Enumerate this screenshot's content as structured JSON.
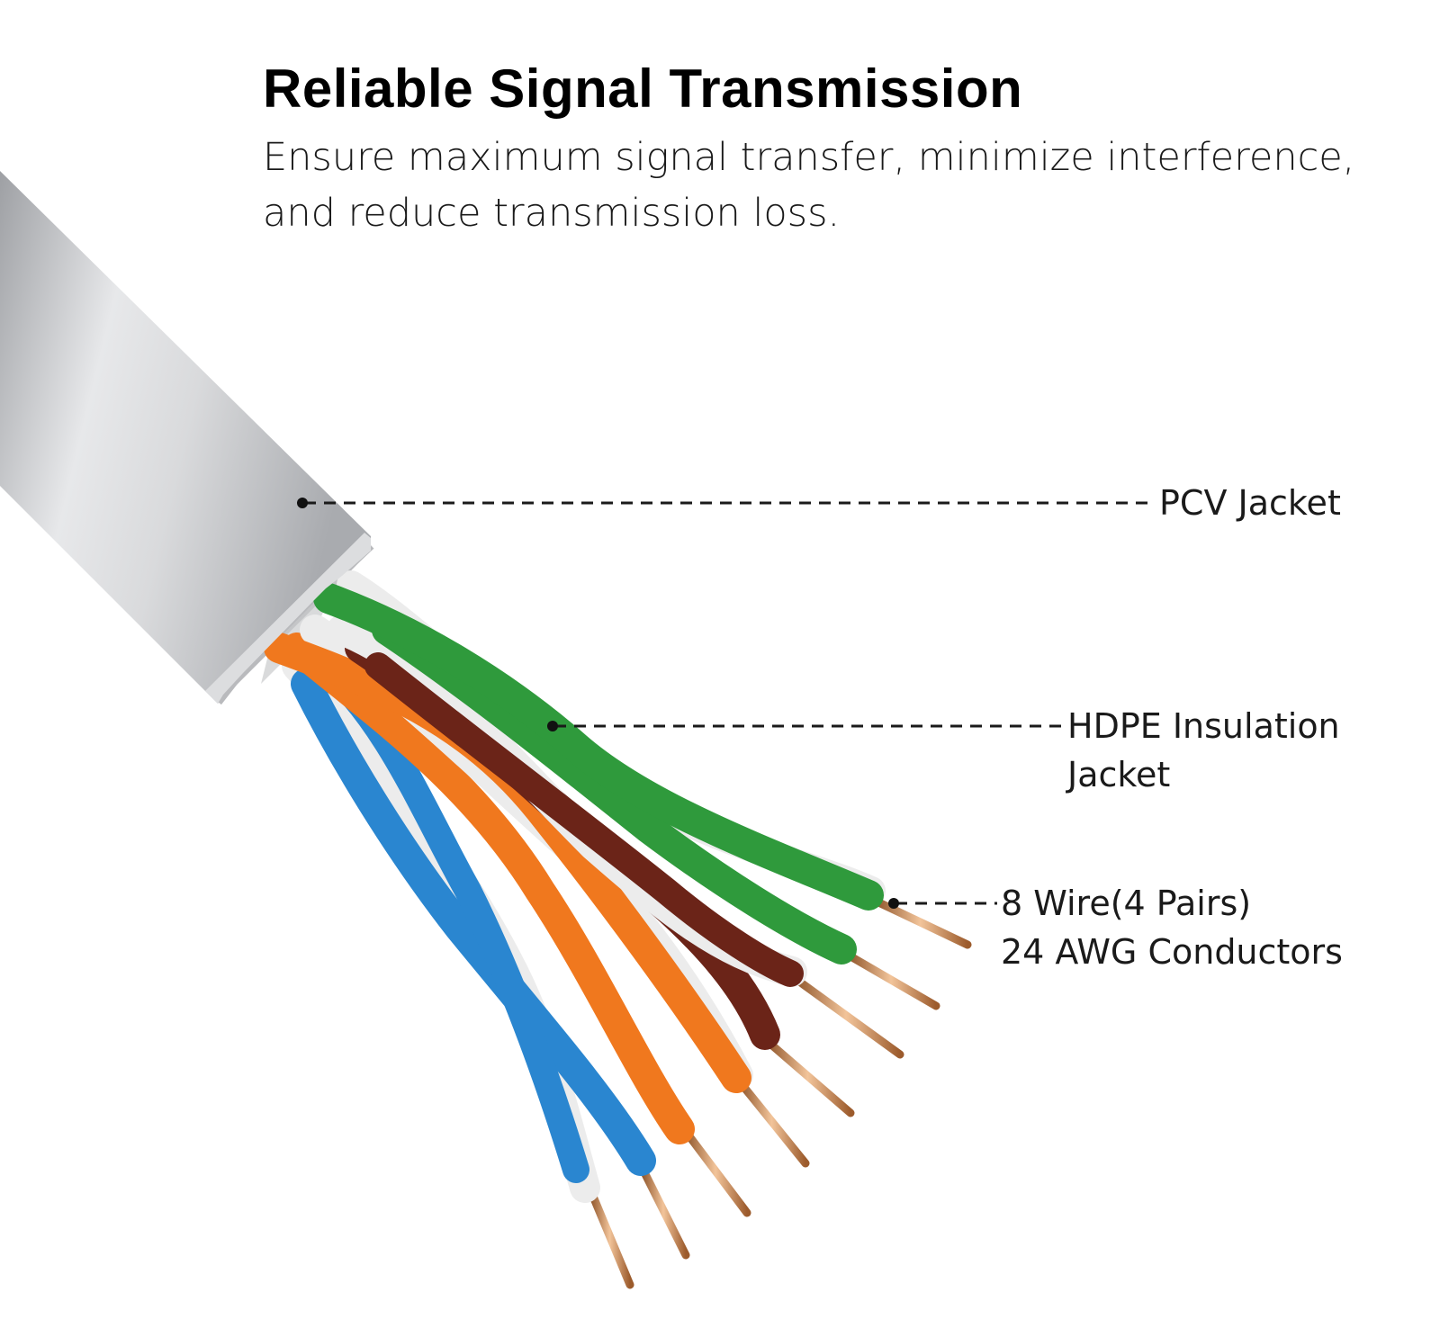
{
  "header": {
    "title": "Reliable Signal Transmission",
    "subtitle_line1": "Ensure maximum signal transfer, minimize interference,",
    "subtitle_line2": "and reduce transmission loss."
  },
  "callouts": {
    "jacket": "PCV Jacket",
    "insulation_line1": "HDPE Insulation",
    "insulation_line2": "Jacket",
    "conductors_line1": "8 Wire(4 Pairs)",
    "conductors_line2": "24 AWG Conductors"
  },
  "colors": {
    "jacket": "#d6d7d9",
    "green": "#2f9a3c",
    "orange": "#f0781e",
    "blue": "#2a86d0",
    "brown": "#6b2418",
    "white_wire": "#ececec",
    "copper": "#c98a52",
    "leader_line": "#1a1a1a"
  },
  "wire_count": 8,
  "pair_count": 4,
  "wire_gauge_awg": 24
}
